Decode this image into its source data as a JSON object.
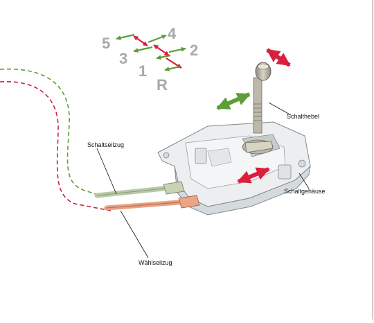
{
  "gear_pattern": {
    "gears": [
      "5",
      "4",
      "3",
      "2",
      "1",
      "R"
    ],
    "colors": {
      "select": "#d81f3c",
      "shift": "#5c9e37",
      "numbers": "#a9a9a9"
    }
  },
  "labels": {
    "shift_lever": "Schalthebel",
    "shift_cable": "Schaltseilzug",
    "select_cable": "Wählseilzug",
    "gearbox_housing": "Schaltgehäuse"
  },
  "colors": {
    "shift_path": "#5c9e37",
    "select_path": "#c8243f",
    "housing": "#eceeef",
    "housing_edge": "#7e8a92"
  }
}
